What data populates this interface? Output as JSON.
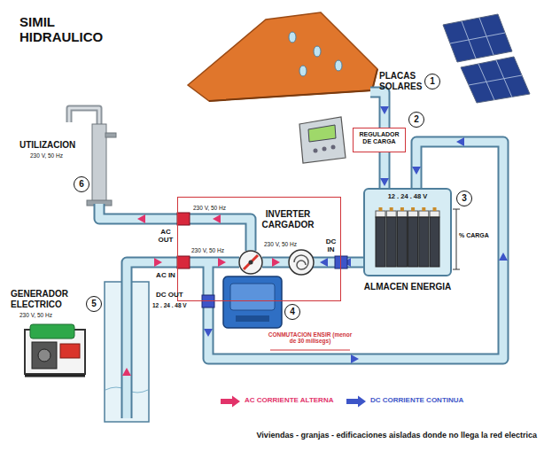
{
  "diagram": {
    "title": "SIMIL HIDRAULICO",
    "caption": "Viviendas - granjas - edificaciones aisladas donde no llega la red electrica",
    "nodes": [
      {
        "text": [
          "REGULADOR DE CARGA"
        ]
      },
      {
        "text": [
          "INVERTER CARGADOR"
        ]
      },
      {
        "text": [
          "12 . 24 . 48 V",
          "ALMACEN ENERGIA"
        ]
      }
    ],
    "edges": [
      {
        "from": 0,
        "to": 2,
        "arrow": "to"
      },
      {
        "from": 2,
        "to": 1,
        "arrow": "to"
      }
    ],
    "labels": [
      "PLACAS SOLARES",
      "1",
      "2",
      "3",
      "% CARGA",
      "UTILIZACION",
      "230 V, 50 Hz",
      "6",
      "AC OUT",
      "230 V, 50 Hz",
      "AC IN",
      "230 V, 50 Hz",
      "230 V, 50 Hz",
      "DC IN",
      "DC OUT",
      "12 . 24 . 48 V",
      "4",
      "CONMUTACION ENSIR (menor de 30 milisegs)",
      "GENERADOR ELECTRICO",
      "230 V, 50 Hz",
      "5"
    ],
    "legend": [
      {
        "text": "AC CORRIENTE ALTERNA",
        "color": "#e2336a"
      },
      {
        "text": "DC CORRIENTE CONTINUA",
        "color": "#3d55c8"
      }
    ]
  }
}
